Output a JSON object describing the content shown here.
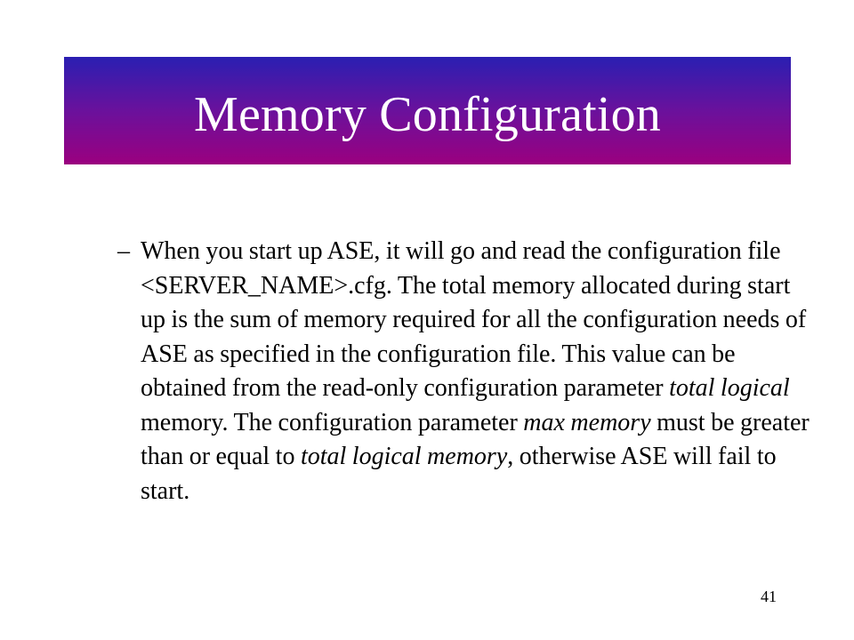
{
  "slide": {
    "title": "Memory Configuration",
    "bullet_marker": "–",
    "paragraph": [
      {
        "text": "When you start up ASE, it will go and read the configuration file <SERVER_NAME>.cfg. The total memory allocated during start up is the sum of memory required for all the configuration needs of ASE as specified in the configuration file. This value can be obtained from the read-only configuration parameter ",
        "italic": false
      },
      {
        "text": "total logical",
        "italic": true
      },
      {
        "text": " memory. The configuration parameter ",
        "italic": false
      },
      {
        "text": "max memory",
        "italic": true
      },
      {
        "text": " must be greater than or equal to ",
        "italic": false
      },
      {
        "text": "total logical memory",
        "italic": true
      },
      {
        "text": ", otherwise ASE will fail to start.",
        "italic": false
      }
    ],
    "page_number": "41"
  },
  "colors": {
    "banner_top": "#2a1fb2",
    "banner_bottom": "#9b007f",
    "title_text": "#ffffff",
    "body_text": "#000000"
  }
}
